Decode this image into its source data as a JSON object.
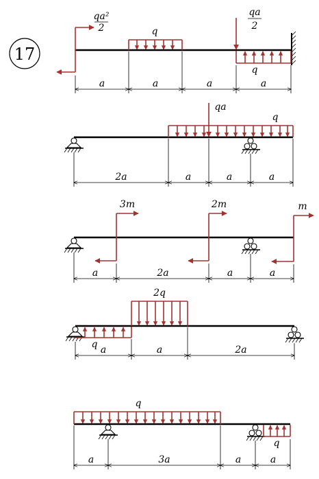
{
  "problem_number": "17",
  "colors": {
    "load": "#a5312f",
    "beam": "#000000",
    "background": "#ffffff"
  },
  "beams": [
    {
      "id": "beam-1",
      "loads": {
        "moment": "qa²/2",
        "dist_top": "q",
        "point_force": "qa/2",
        "dist_bottom": "q"
      },
      "dims": [
        "a",
        "a",
        "a",
        "a"
      ]
    },
    {
      "id": "beam-2",
      "loads": {
        "point_force": "qa",
        "dist_top": "q"
      },
      "dims": [
        "2a",
        "a",
        "a",
        "a"
      ]
    },
    {
      "id": "beam-3",
      "loads": {
        "moment_1": "3m",
        "moment_2": "2m",
        "moment_3": "m"
      },
      "dims": [
        "a",
        "2a",
        "a",
        "a"
      ]
    },
    {
      "id": "beam-4",
      "loads": {
        "dist_top": "2q",
        "dist_bottom": "q"
      },
      "dims": [
        "a",
        "a",
        "2a"
      ]
    },
    {
      "id": "beam-5",
      "loads": {
        "dist_top": "q",
        "dist_bottom": "q"
      },
      "dims": [
        "a",
        "3a",
        "a",
        "a"
      ]
    }
  ]
}
